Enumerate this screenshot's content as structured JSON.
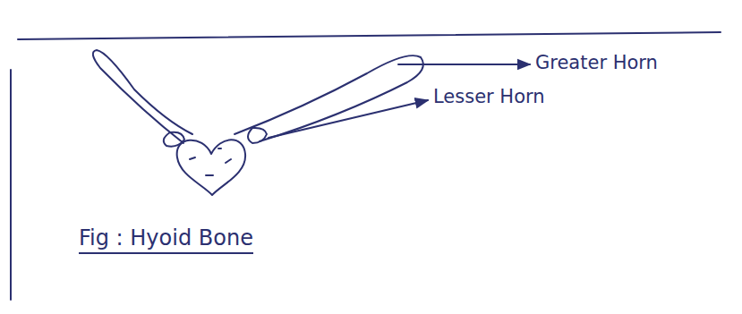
{
  "diagram": {
    "caption": "Fig : Hyoid Bone",
    "labels": [
      "Greater Horn",
      "Lesser Horn"
    ]
  }
}
